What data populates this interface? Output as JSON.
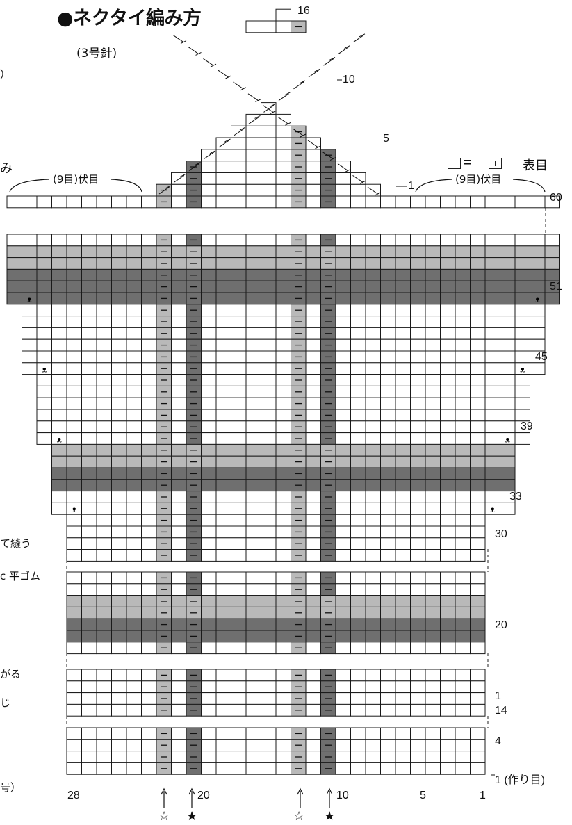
{
  "title": "●ネクタイ編み方",
  "needle": "(3号針)",
  "legend": {
    "equals": "=",
    "label": "表目"
  },
  "bind_off_left": "(9目)伏目",
  "bind_off_right": "(9目)伏目",
  "left_fragments": [
    "）",
    "み",
    "て縫う",
    "c 平ゴム",
    "がる",
    "じ",
    "号）"
  ],
  "row_numbers": {
    "r16": "16",
    "r10": "10",
    "r5": "5",
    "r1top": "1",
    "r60": "60",
    "r51": "51",
    "r45": "45",
    "r39": "39",
    "r33": "33",
    "r30": "30",
    "r20": "20",
    "r1": "1",
    "r14": "14",
    "r4": "4",
    "r1cast": "1 (作り目)"
  },
  "column_numbers": {
    "c28": "28",
    "c20": "20",
    "c10": "10",
    "c5": "5",
    "c1": "1"
  },
  "markers": {
    "open_star": "☆",
    "filled_star": "★"
  },
  "symbols": {
    "purl": "—",
    "twist": "ᴥ"
  },
  "colors": {
    "grid_line": "#1a1a1a",
    "light_band": "#b9b9b9",
    "dark_band": "#6f6f6f",
    "white": "#ffffff"
  }
}
